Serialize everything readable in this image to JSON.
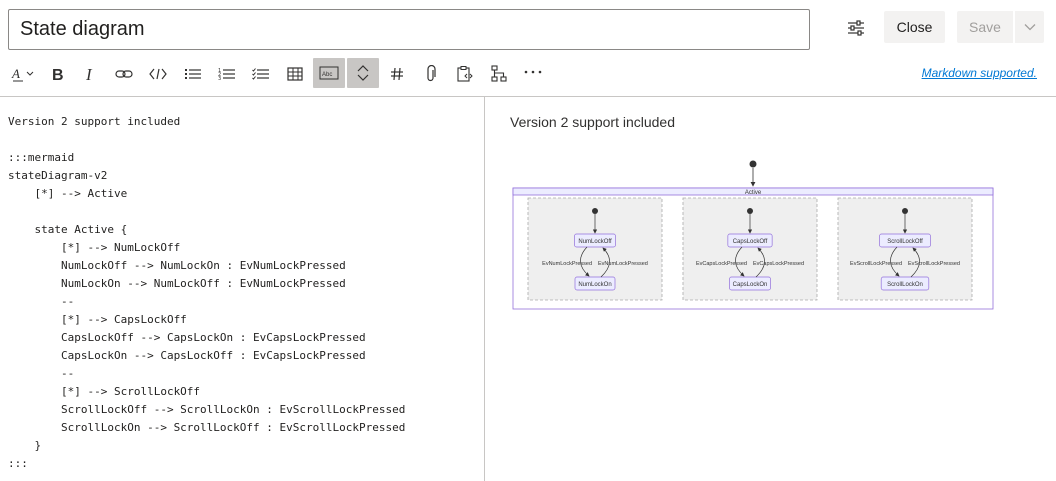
{
  "header": {
    "title": "State diagram",
    "close_label": "Close",
    "save_label": "Save"
  },
  "toolbar": {
    "buttons": [
      {
        "name": "text-format",
        "icon": "text-highlight-icon"
      },
      {
        "name": "bold",
        "icon": "bold-icon"
      },
      {
        "name": "italic",
        "icon": "italic-icon"
      },
      {
        "name": "link",
        "icon": "link-icon"
      },
      {
        "name": "code",
        "icon": "code-icon"
      },
      {
        "name": "bulleted-list",
        "icon": "bulleted-list-icon"
      },
      {
        "name": "numbered-list",
        "icon": "numbered-list-icon"
      },
      {
        "name": "task-list",
        "icon": "task-list-icon"
      },
      {
        "name": "table",
        "icon": "table-icon"
      },
      {
        "name": "preview-toggle",
        "icon": "preview-icon",
        "active": true
      },
      {
        "name": "collapse",
        "icon": "collapse-icon",
        "active": true
      },
      {
        "name": "mention",
        "icon": "hash-icon"
      },
      {
        "name": "attach",
        "icon": "paperclip-icon"
      },
      {
        "name": "clipboard",
        "icon": "clipboard-code-icon"
      },
      {
        "name": "diagram",
        "icon": "diagram-icon"
      },
      {
        "name": "more",
        "icon": "more-icon"
      }
    ],
    "markdown_link": "Markdown supported."
  },
  "editor": {
    "lines": [
      "Version 2 support included",
      "",
      ":::mermaid",
      "stateDiagram-v2",
      "    [*] --> Active",
      "",
      "    state Active {",
      "        [*] --> NumLockOff",
      "        NumLockOff --> NumLockOn : EvNumLockPressed",
      "        NumLockOn --> NumLockOff : EvNumLockPressed",
      "        --",
      "        [*] --> CapsLockOff",
      "        CapsLockOff --> CapsLockOn : EvCapsLockPressed",
      "        CapsLockOn --> CapsLockOff : EvCapsLockPressed",
      "        --",
      "        [*] --> ScrollLockOff",
      "        ScrollLockOff --> ScrollLockOn : EvScrollLockPressed",
      "        ScrollLockOn --> ScrollLockOff : EvScrollLockPressed",
      "    }",
      ":::"
    ]
  },
  "preview": {
    "text": "Version 2 support included",
    "diagram": {
      "outer_state": "Active",
      "regions": [
        {
          "off": "NumLockOff",
          "on": "NumLockOn",
          "event_left": "EvNumLockPressed",
          "event_right": "EvNumLockPressed"
        },
        {
          "off": "CapsLockOff",
          "on": "CapsLockOn",
          "event_left": "EvCapsLockPressed",
          "event_right": "EvCapsLockPressed"
        },
        {
          "off": "ScrollLockOff",
          "on": "ScrollLockOn",
          "event_left": "EvScrollLockPressed",
          "event_right": "EvScrollLockPressed"
        }
      ]
    }
  },
  "colors": {
    "accent": "#0078d4",
    "node_fill": "#ECECFF",
    "node_stroke": "#9370DB",
    "region_fill": "#efefef"
  }
}
